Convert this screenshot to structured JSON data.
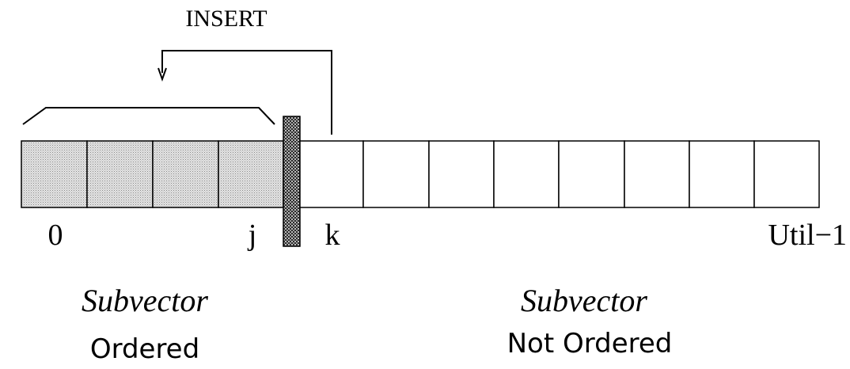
{
  "diagram": {
    "insert_label": "INSERT",
    "index_labels": {
      "start": "0",
      "j": "j",
      "k": "k",
      "end": "Util−1"
    },
    "ordered_section": {
      "subtitle": "Subvector",
      "label": "Ordered"
    },
    "unordered_section": {
      "subtitle": "Subvector",
      "label": "Not Ordered"
    },
    "ordered_cell_count": 4,
    "unordered_cell_count": 8
  }
}
